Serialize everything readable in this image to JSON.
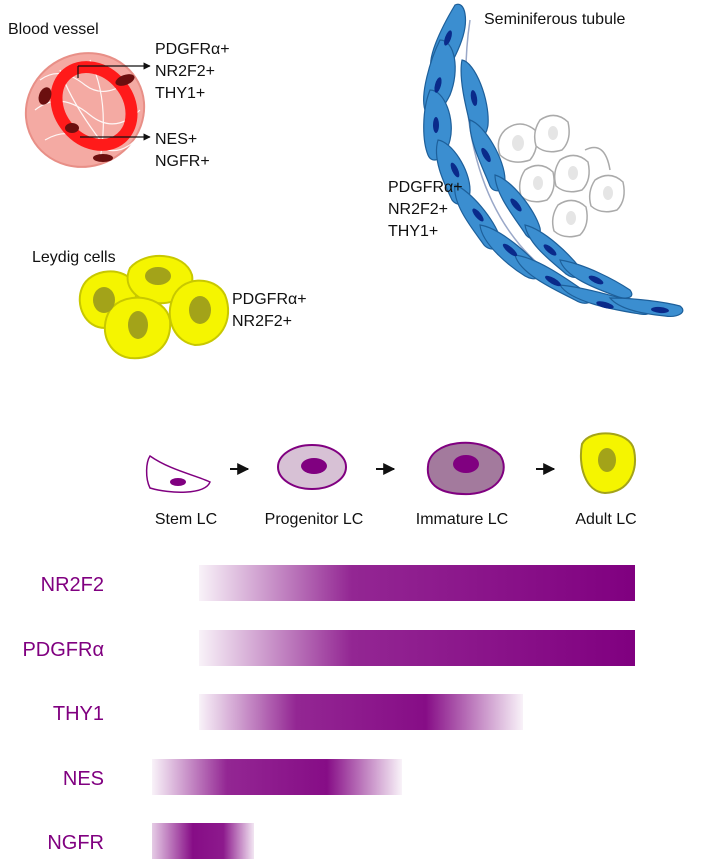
{
  "colors": {
    "purple": "#800080",
    "vessel_pink": "#f4aaa3",
    "vessel_red": "#ff1a1a",
    "leydig_yellow": "#f5f500",
    "leydig_nucleus": "#a3a319",
    "tubule_blue": "#3b8ed0",
    "tubule_nucleus": "#0a2a8a"
  },
  "icons": {
    "arrow": "right-arrow-icon",
    "blood_vessel": "blood-vessel-illustration",
    "seminiferous_tubule": "seminiferous-tubule-illustration",
    "leydig_cells": "leydig-cell-cluster-illustration"
  },
  "blood_vessel": {
    "title": "Blood vessel",
    "markers_upper": [
      "PDGFRα+",
      "NR2F2+",
      "THY1+"
    ],
    "markers_lower": [
      "NES+",
      "NGFR+"
    ]
  },
  "seminiferous_tubule": {
    "title": "Seminiferous tubule",
    "markers": [
      "PDGFRα+",
      "NR2F2+",
      "THY1+"
    ]
  },
  "leydig_cells": {
    "title": "Leydig cells",
    "markers": [
      "PDGFRα+",
      "NR2F2+"
    ]
  },
  "lineage": {
    "stages": [
      {
        "label": "Stem LC",
        "icon": "stem-lc-cell-icon"
      },
      {
        "label": "Progenitor LC",
        "icon": "progenitor-lc-cell-icon"
      },
      {
        "label": "Immature LC",
        "icon": "immature-lc-cell-icon"
      },
      {
        "label": "Adult LC",
        "icon": "adult-lc-cell-icon"
      }
    ]
  },
  "expression_bars": [
    {
      "marker": "NR2F2",
      "start_stage": "Stem LC",
      "end_stage": "Adult LC",
      "fade_in": true,
      "fade_out": false
    },
    {
      "marker": "PDGFRα",
      "start_stage": "Stem LC",
      "end_stage": "Adult LC",
      "fade_in": true,
      "fade_out": false
    },
    {
      "marker": "THY1",
      "start_stage": "Stem LC",
      "end_stage": "Immature LC",
      "fade_in": true,
      "fade_out": true
    },
    {
      "marker": "NES",
      "start_stage": "Stem LC",
      "end_stage": "Progenitor LC",
      "fade_in": true,
      "fade_out": true
    },
    {
      "marker": "NGFR",
      "start_stage": "Stem LC",
      "end_stage": "Stem LC",
      "fade_in": true,
      "fade_out": true
    }
  ]
}
